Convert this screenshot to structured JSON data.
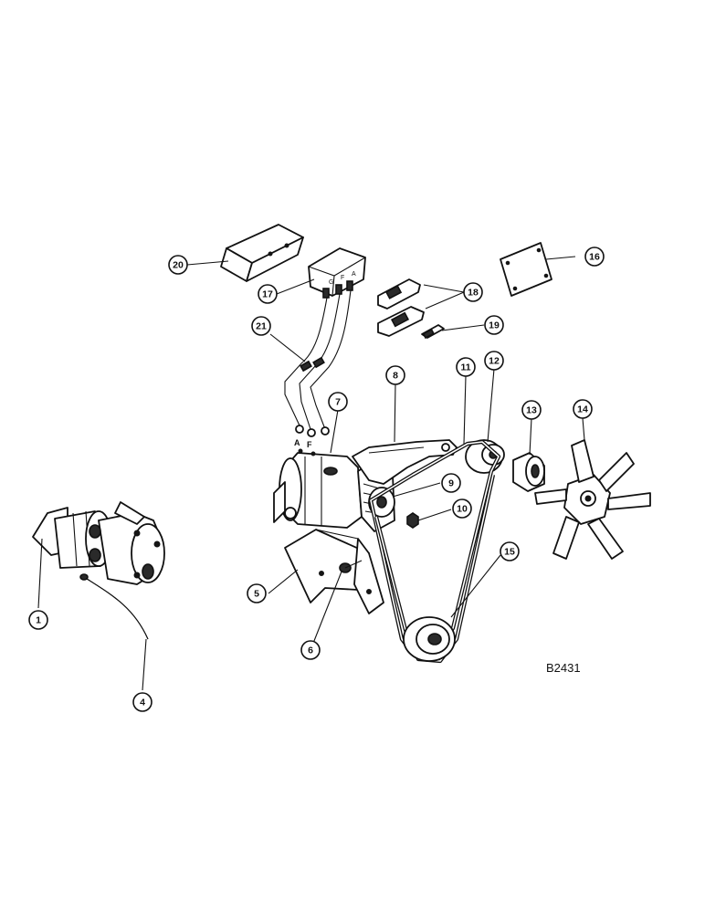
{
  "figure_code": "B2431",
  "callouts": [
    "1",
    "4",
    "5",
    "6",
    "7",
    "8",
    "9",
    "10",
    "11",
    "12",
    "13",
    "14",
    "15",
    "16",
    "17",
    "18",
    "19",
    "20",
    "21"
  ],
  "colors": {
    "ink": "#111111",
    "paper": "#ffffff"
  }
}
